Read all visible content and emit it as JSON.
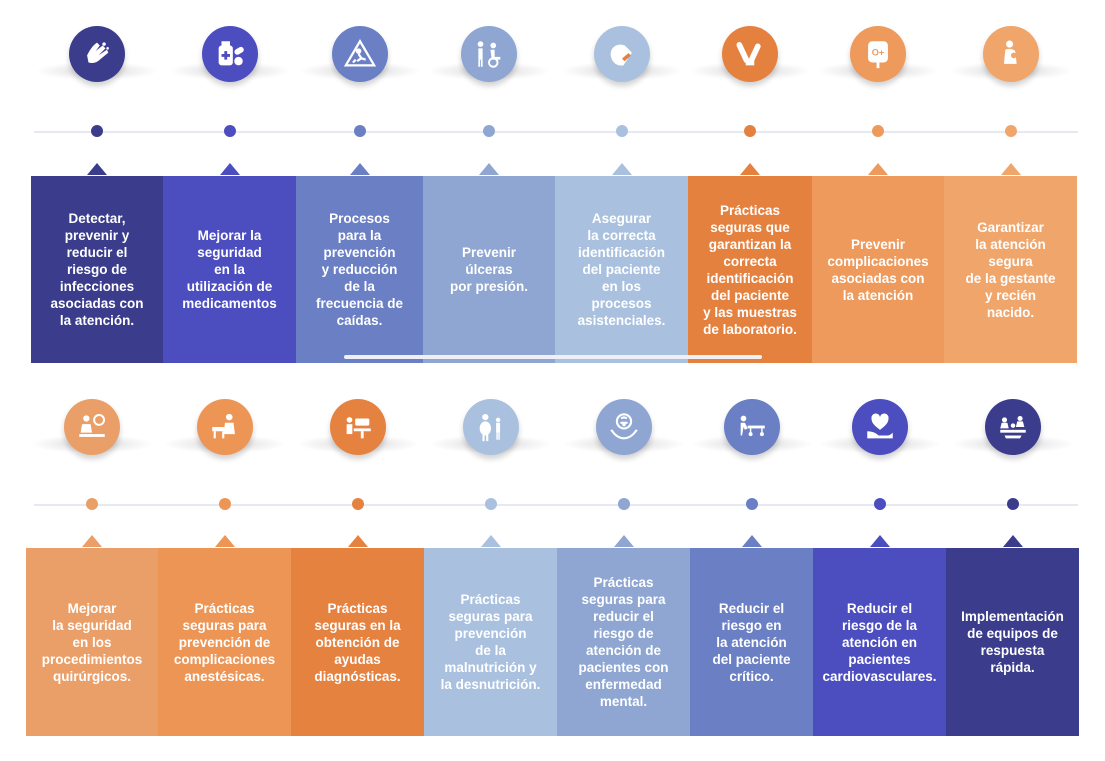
{
  "top": [
    {
      "text": "Detectar,\nprevenir y\nreducir el\nriesgo de\ninfecciones\nasociadas con\nla atención.",
      "color": "#3b3d8c",
      "icon": "hands-washing-icon"
    },
    {
      "text": "Mejorar la\nseguridad\nen la\nutilización de\nmedicamentos",
      "color": "#4c4dbf",
      "icon": "medication-icon"
    },
    {
      "text": "Procesos\npara la\nprevención\ny reducción\nde la\nfrecuencia de\ncaídas.",
      "color": "#6a7fc4",
      "icon": "fall-warning-icon"
    },
    {
      "text": "Prevenir\núlceras\npor presión.",
      "color": "#8ea6d1",
      "icon": "wheelchair-patients-icon"
    },
    {
      "text": "Asegurar\nla correcta\nidentificación\ndel paciente\nen los\nprocesos\nasistenciales.",
      "color": "#a9c1df",
      "icon": "patient-id-bracelet-icon"
    },
    {
      "text": "Prácticas\nseguras que\ngarantizan la\ncorrecta\nidentificación\ndel paciente\ny las muestras\nde laboratorio.",
      "color": "#e5813f",
      "icon": "lab-sample-icon"
    },
    {
      "text": "Prevenir\ncomplicaciones\nasociadas con\nla atención",
      "color": "#ed9a5c",
      "icon": "blood-bag-icon"
    },
    {
      "text": "Garantizar\nla atención\nsegura\nde la gestante\ny recién\nnacido.",
      "color": "#f0a56b",
      "icon": "mother-baby-icon"
    }
  ],
  "bottom": [
    {
      "text": "Mejorar\nla seguridad\nen los\nprocedimientos\nquirúrgicos.",
      "color": "#eb9f68",
      "icon": "surgery-icon"
    },
    {
      "text": "Prácticas\nseguras para\nprevención de\ncomplicaciones\nanestésicas.",
      "color": "#ed9555",
      "icon": "anesthesia-icon"
    },
    {
      "text": "Prácticas\nseguras en la\nobtención de\nayudas\ndiagnósticas.",
      "color": "#e5823f",
      "icon": "diagnostic-equipment-icon"
    },
    {
      "text": "Prácticas\nseguras para\nprevención\nde la\nmalnutrición y\nla desnutrición.",
      "color": "#a9c1df",
      "icon": "nutrition-people-icon"
    },
    {
      "text": "Prácticas\nseguras para\nreducir el\nriesgo de\natención de\npacientes con\nenfermedad\nmental.",
      "color": "#8ea6d1",
      "icon": "mental-health-icon"
    },
    {
      "text": "Reducir el\nriesgo en\nla atención\ndel paciente\ncrítico.",
      "color": "#6a7fc4",
      "icon": "critical-care-stretcher-icon"
    },
    {
      "text": "Reducir el\nriesgo de la\natención en\npacientes\ncardiovasculares.",
      "color": "#4c4dbf",
      "icon": "heart-hand-icon"
    },
    {
      "text": "Implementación\nde equipos de\nrespuesta\nrápida.",
      "color": "#3b3d8c",
      "icon": "rapid-response-team-icon"
    }
  ]
}
